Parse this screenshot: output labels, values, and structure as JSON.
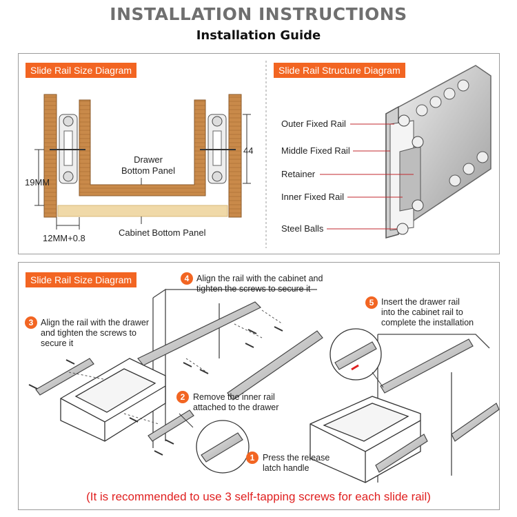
{
  "header": {
    "title": "INSTALLATION INSTRUCTIONS",
    "subtitle": "Installation Guide"
  },
  "size_diagram": {
    "tag": "Slide Rail Size Diagram",
    "drawer_label": "Drawer\nBottom Panel",
    "cabinet_label": "Cabinet Bottom Panel",
    "dim_height": "19MM",
    "dim_width": "12MM+0.8",
    "dim_right": "44"
  },
  "structure_diagram": {
    "tag": "Slide Rail Structure Diagram",
    "parts": [
      "Outer Fixed Rail",
      "Middle Fixed Rail",
      "Retainer",
      "Inner Fixed Rail",
      "Steel Balls"
    ]
  },
  "steps_section": {
    "tag": "Slide Rail Size Diagram",
    "steps": [
      {
        "num": "1",
        "text": "Press the release\nlatch handle"
      },
      {
        "num": "2",
        "text": "Remove the inner rail\nattached to the drawer"
      },
      {
        "num": "3",
        "text": "Align the rail with the drawer\nand tighten the screws to\nsecure it"
      },
      {
        "num": "4",
        "text": "Align the rail with the cabinet and\ntighten the screws to secure it"
      },
      {
        "num": "5",
        "text": "Insert the drawer rail\ninto the cabinet rail to\ncomplete the installation"
      }
    ],
    "note": "(It is recommended to use 3 self-tapping screws for each slide rail)"
  },
  "colors": {
    "accent": "#f26522",
    "wood": "#c98a4a",
    "wood_light": "#f0d9a8",
    "note_red": "#e02020"
  }
}
